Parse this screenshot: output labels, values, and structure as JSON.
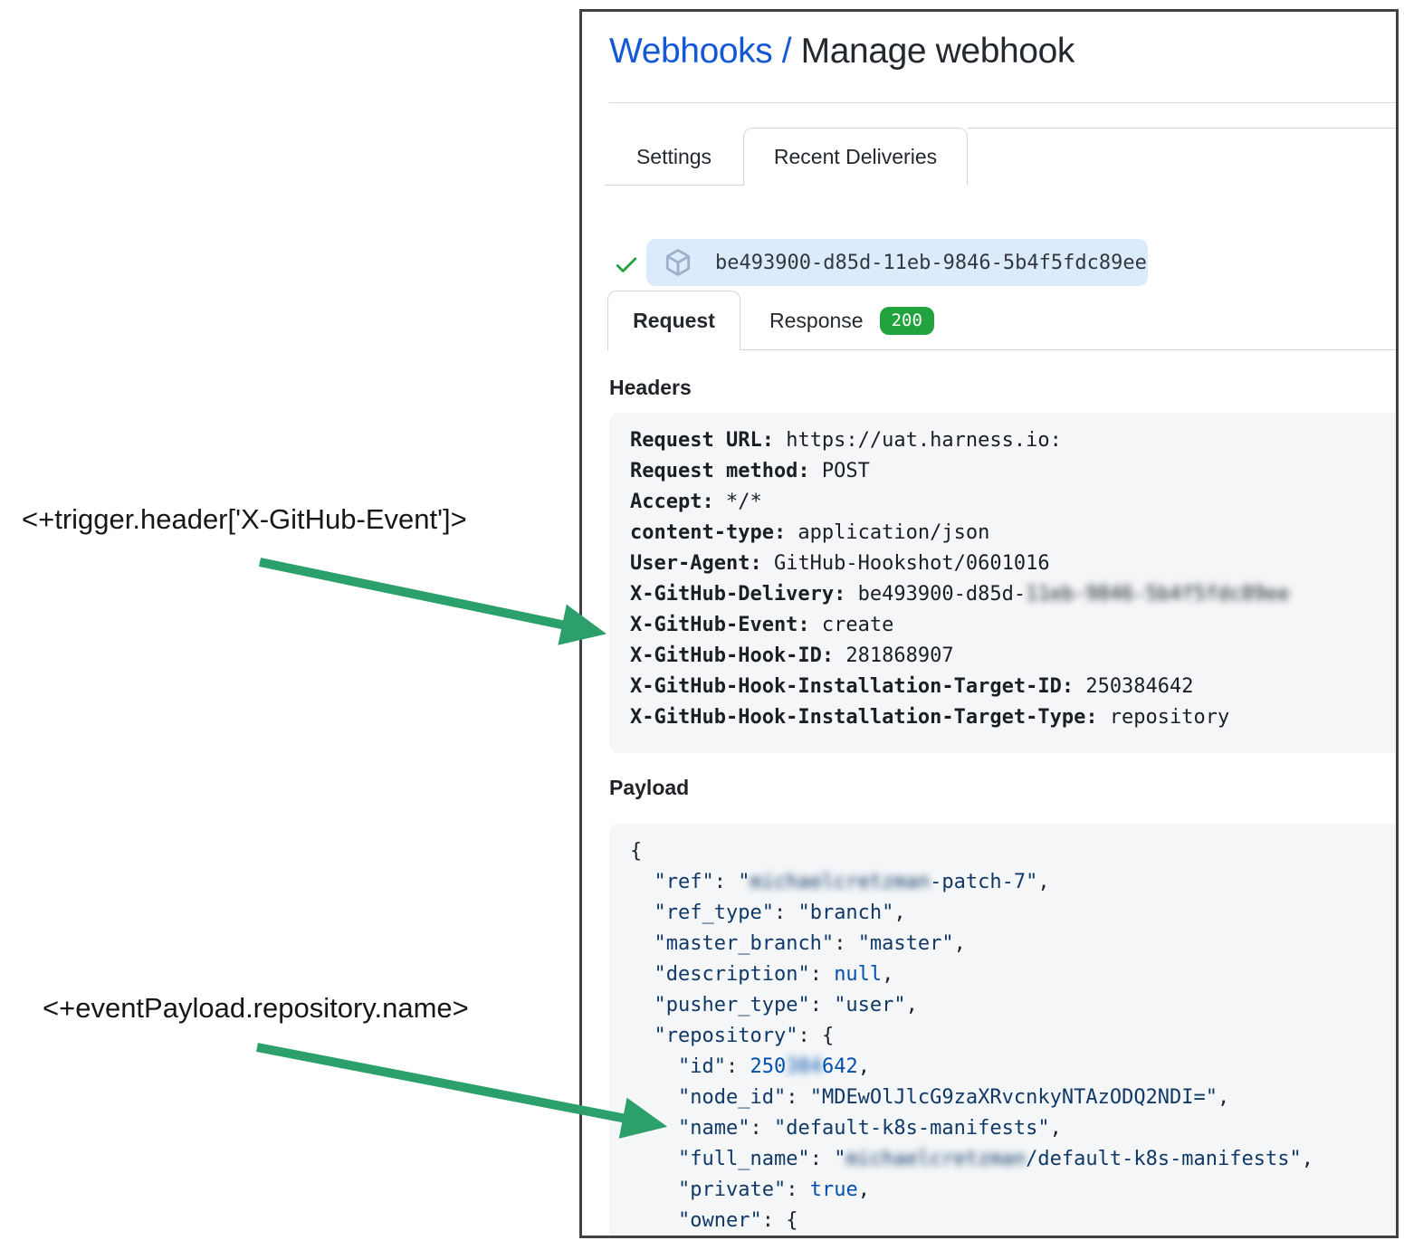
{
  "colors": {
    "link_blue": "#1458d6",
    "success_green": "#23a33e",
    "arrow_green": "#2ba06a",
    "pill_blue": "#dcebfb",
    "icon_blue_gray": "#9db0ca",
    "code_navy": "#103968",
    "code_blue": "#0550ae",
    "border_gray": "#d0d7de",
    "box_gray": "#f4f6f8"
  },
  "annotations": [
    {
      "text": "<+trigger.header['X-GitHub-Event']>"
    },
    {
      "text": "<+eventPayload.repository.name>"
    }
  ],
  "panel": {
    "breadcrumb": {
      "link": "Webhooks",
      "separator": " / ",
      "title": "Manage webhook"
    },
    "tabs": [
      {
        "label": "Settings",
        "active": false
      },
      {
        "label": "Recent Deliveries",
        "active": true
      }
    ],
    "delivery": {
      "status_icon": "check-icon",
      "package_icon": "package-icon",
      "guid": "be493900-d85d-11eb-9846-5b4f5fdc89ee"
    },
    "subtabs": {
      "request_label": "Request",
      "response_label": "Response",
      "response_status": "200"
    },
    "headers": {
      "title": "Headers",
      "lines": [
        {
          "label": "Request URL:",
          "value": "https://uat.harness.io:"
        },
        {
          "label": "Request method:",
          "value": "POST"
        },
        {
          "label": "Accept:",
          "value": "*/*"
        },
        {
          "label": "content-type:",
          "value": "application/json"
        },
        {
          "label": "User-Agent:",
          "value": "GitHub-Hookshot/0601016"
        },
        {
          "label": "X-GitHub-Delivery:",
          "value": "be493900-d85d-",
          "blurred": "11eb-9846-5b4f5fdc89ee"
        },
        {
          "label": "X-GitHub-Event:",
          "value": "create"
        },
        {
          "label": "X-GitHub-Hook-ID:",
          "value": "281868907"
        },
        {
          "label": "X-GitHub-Hook-Installation-Target-ID:",
          "value": "250384642"
        },
        {
          "label": "X-GitHub-Hook-Installation-Target-Type:",
          "value": "repository"
        }
      ]
    },
    "payload": {
      "title": "Payload",
      "lines": [
        [
          {
            "t": "{",
            "c": "p"
          }
        ],
        [
          {
            "t": "  ",
            "c": "p"
          },
          {
            "t": "\"ref\"",
            "c": "k"
          },
          {
            "t": ": ",
            "c": "p"
          },
          {
            "t": "\"",
            "c": "k"
          },
          {
            "t": "michaelcretzman",
            "c": "k",
            "blur": true
          },
          {
            "t": "-patch-7\"",
            "c": "k"
          },
          {
            "t": ",",
            "c": "p"
          }
        ],
        [
          {
            "t": "  ",
            "c": "p"
          },
          {
            "t": "\"ref_type\"",
            "c": "k"
          },
          {
            "t": ": ",
            "c": "p"
          },
          {
            "t": "\"branch\"",
            "c": "k"
          },
          {
            "t": ",",
            "c": "p"
          }
        ],
        [
          {
            "t": "  ",
            "c": "p"
          },
          {
            "t": "\"master_branch\"",
            "c": "k"
          },
          {
            "t": ": ",
            "c": "p"
          },
          {
            "t": "\"master\"",
            "c": "k"
          },
          {
            "t": ",",
            "c": "p"
          }
        ],
        [
          {
            "t": "  ",
            "c": "p"
          },
          {
            "t": "\"description\"",
            "c": "k"
          },
          {
            "t": ": ",
            "c": "p"
          },
          {
            "t": "null",
            "c": "n"
          },
          {
            "t": ",",
            "c": "p"
          }
        ],
        [
          {
            "t": "  ",
            "c": "p"
          },
          {
            "t": "\"pusher_type\"",
            "c": "k"
          },
          {
            "t": ": ",
            "c": "p"
          },
          {
            "t": "\"user\"",
            "c": "k"
          },
          {
            "t": ",",
            "c": "p"
          }
        ],
        [
          {
            "t": "  ",
            "c": "p"
          },
          {
            "t": "\"repository\"",
            "c": "k"
          },
          {
            "t": ": {",
            "c": "p"
          }
        ],
        [
          {
            "t": "    ",
            "c": "p"
          },
          {
            "t": "\"id\"",
            "c": "k"
          },
          {
            "t": ": ",
            "c": "p"
          },
          {
            "t": "250",
            "c": "n"
          },
          {
            "t": "384",
            "c": "n",
            "blur": true
          },
          {
            "t": "642",
            "c": "n"
          },
          {
            "t": ",",
            "c": "p"
          }
        ],
        [
          {
            "t": "    ",
            "c": "p"
          },
          {
            "t": "\"node_id\"",
            "c": "k"
          },
          {
            "t": ": ",
            "c": "p"
          },
          {
            "t": "\"MDEwOlJlcG9zaXRvcnkyNTAzODQ2NDI=\"",
            "c": "k"
          },
          {
            "t": ",",
            "c": "p"
          }
        ],
        [
          {
            "t": "    ",
            "c": "p"
          },
          {
            "t": "\"name\"",
            "c": "k"
          },
          {
            "t": ": ",
            "c": "p"
          },
          {
            "t": "\"default-k8s-manifests\"",
            "c": "k"
          },
          {
            "t": ",",
            "c": "p"
          }
        ],
        [
          {
            "t": "    ",
            "c": "p"
          },
          {
            "t": "\"full_name\"",
            "c": "k"
          },
          {
            "t": ": ",
            "c": "p"
          },
          {
            "t": "\"",
            "c": "k"
          },
          {
            "t": "michaelcretzman",
            "c": "k",
            "blur": true
          },
          {
            "t": "/default-k8s-manifests\"",
            "c": "k"
          },
          {
            "t": ",",
            "c": "p"
          }
        ],
        [
          {
            "t": "    ",
            "c": "p"
          },
          {
            "t": "\"private\"",
            "c": "k"
          },
          {
            "t": ": ",
            "c": "p"
          },
          {
            "t": "true",
            "c": "n"
          },
          {
            "t": ",",
            "c": "p"
          }
        ],
        [
          {
            "t": "    ",
            "c": "p"
          },
          {
            "t": "\"owner\"",
            "c": "k"
          },
          {
            "t": ": {",
            "c": "p"
          }
        ]
      ]
    }
  }
}
